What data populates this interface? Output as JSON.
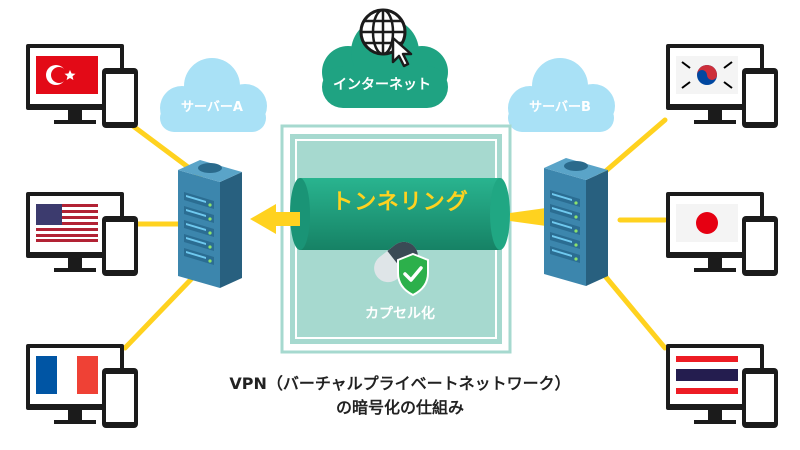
{
  "labels": {
    "internet": "インターネット",
    "server_a": "サーバーA",
    "server_b": "サーバーB",
    "tunneling": "トンネリング",
    "encapsulation": "カプセル化"
  },
  "caption": {
    "line1": "VPN（バーチャルプライベートネットワーク）",
    "line2": "の暗号化の仕組み"
  },
  "icons": {
    "globe": "globe-cursor-icon",
    "shield": "shield-check-icon",
    "capsule": "capsule-icon",
    "server": "server-rack-icon",
    "computer": "monitor-phone-icon"
  },
  "countries_left": [
    "turkey",
    "usa",
    "france"
  ],
  "countries_right": [
    "south-korea",
    "japan",
    "thailand"
  ],
  "colors": {
    "green": "#1fa382",
    "green_dark": "#167f66",
    "cloud_blue": "#a9e1f6",
    "yellow": "#ffd21f",
    "panel": "#a6d9cf",
    "server": "#3c86ad"
  }
}
